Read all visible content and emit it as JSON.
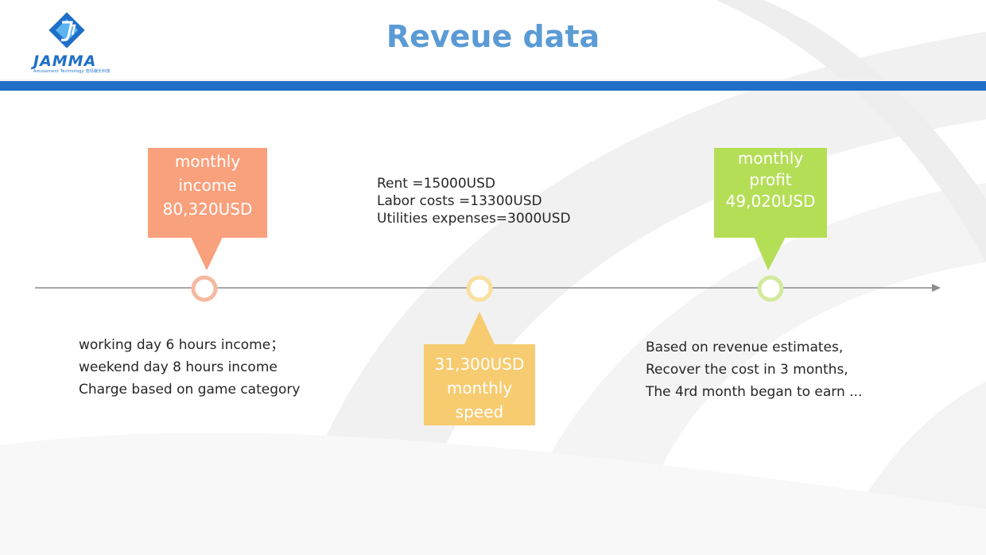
{
  "logo": {
    "wordmark": "JAMMA",
    "subtitle": "Amusement Technology  佳玛娱乐科技",
    "colors": {
      "brand": "#1f6fc9",
      "accent": "#5bb3f0"
    }
  },
  "slide": {
    "title": "Reveue data",
    "colors": {
      "title": "#5b9bd5",
      "header_bar": "#1f6fc9",
      "income": "#f9a07c",
      "cost": "#f7cb70",
      "profit": "#b5de57"
    }
  },
  "callouts": {
    "income": {
      "lines": [
        "monthly",
        "income",
        "80,320USD"
      ]
    },
    "profit": {
      "lines": [
        "monthly",
        "profit",
        "49,020USD"
      ]
    },
    "cost": {
      "lines": [
        "31,300USD",
        "monthly",
        "speed"
      ]
    }
  },
  "costs": {
    "lines": [
      "Rent =15000USD",
      "Labor costs =13300USD",
      "Utilities expenses=3000USD"
    ]
  },
  "income_notes": {
    "lines": [
      "working day 6 hours income；",
      "weekend day 8 hours income",
      "Charge based on game category"
    ]
  },
  "estimate_notes": {
    "lines": [
      "Based on revenue estimates,",
      "Recover the cost in 3 months,",
      "The 4rd month began to earn ..."
    ]
  }
}
